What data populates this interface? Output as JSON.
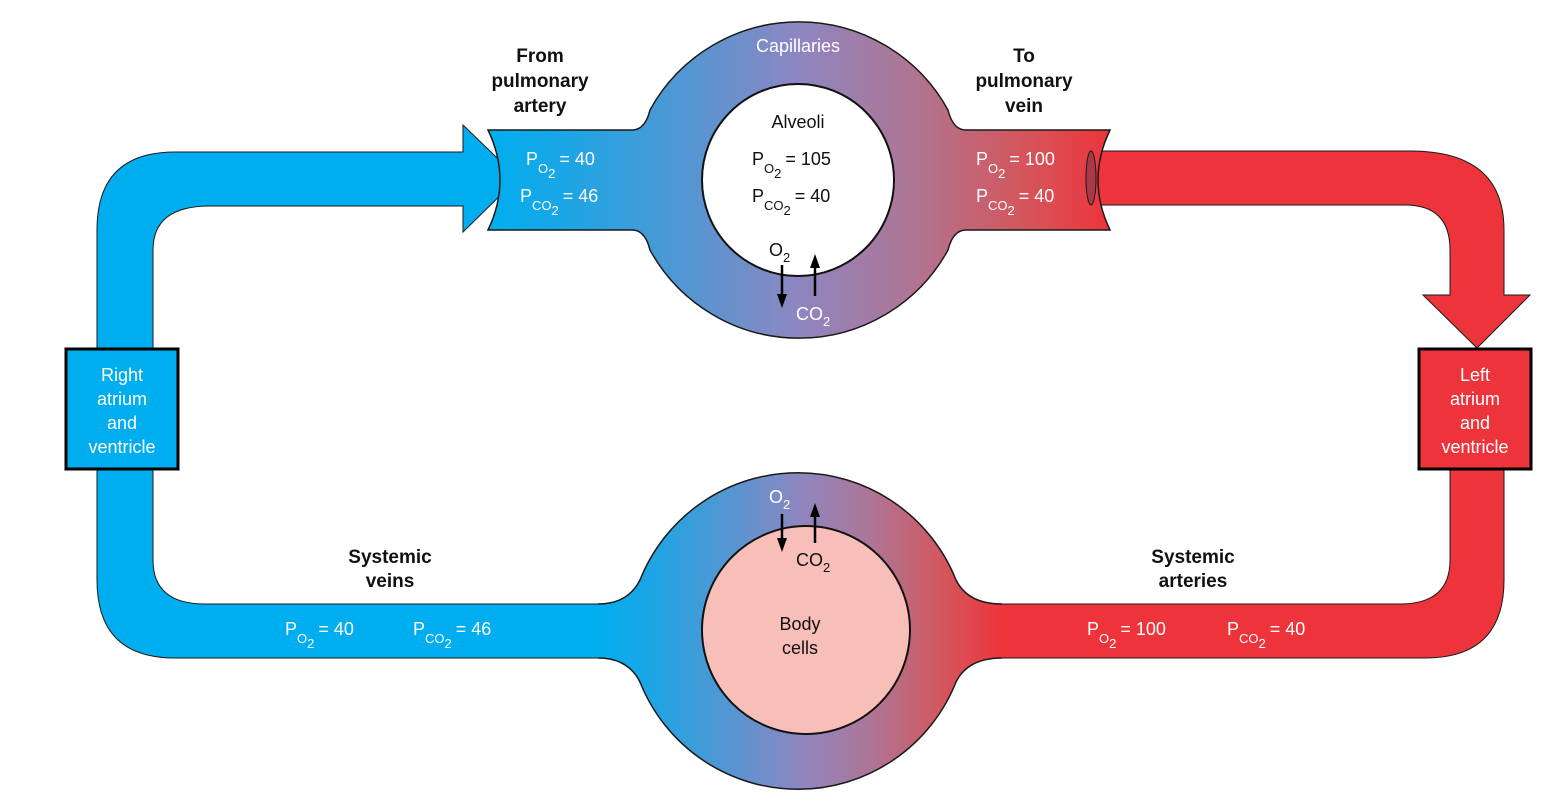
{
  "title": "Gas exchange in pulmonary and systemic circulation",
  "colors": {
    "deoxygenated": "#00AEEF",
    "oxygenated": "#EE343B",
    "capillary_mid": "#8E86C0",
    "body_cells": "#F8BEB8",
    "outline": "#111111"
  },
  "labels": {
    "capillaries": "Capillaries",
    "alveoli": "Alveoli",
    "from_pulmonary_artery": [
      "From",
      "pulmonary",
      "artery"
    ],
    "to_pulmonary_vein": [
      "To",
      "pulmonary",
      "vein"
    ],
    "right_heart": [
      "Right",
      "atrium",
      "and",
      "ventricle"
    ],
    "left_heart": [
      "Left",
      "atrium",
      "and",
      "ventricle"
    ],
    "systemic_veins": [
      "Systemic",
      "veins"
    ],
    "systemic_arteries": [
      "Systemic",
      "arteries"
    ],
    "body_cells": [
      "Body",
      "cells"
    ]
  },
  "gas": {
    "P": "P",
    "O2_sub": "O",
    "CO2_sub": "CO",
    "two": "2",
    "O2_label": "O",
    "CO2_label": "CO"
  },
  "values": {
    "pulmonary_artery": {
      "PO2": "= 40",
      "PCO2": "= 46"
    },
    "alveoli": {
      "PO2": "= 105",
      "PCO2": "= 40"
    },
    "pulmonary_vein": {
      "PO2": "= 100",
      "PCO2": "= 40"
    },
    "systemic_veins": {
      "PO2": "= 40",
      "PCO2": "= 46"
    },
    "systemic_arteries": {
      "PO2": "= 100",
      "PCO2": "= 40"
    }
  }
}
